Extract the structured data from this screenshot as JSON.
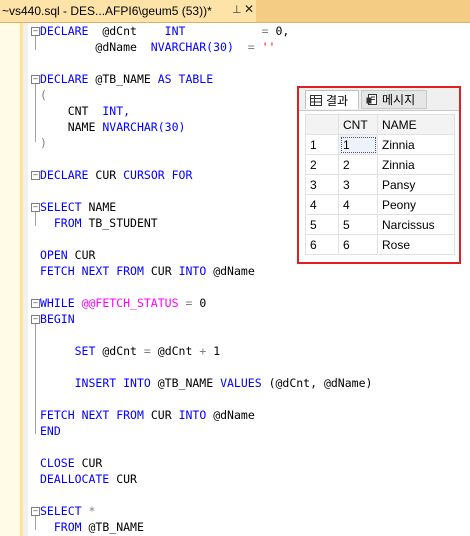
{
  "tab": {
    "title": "~vs440.sql - DES...AFPI6\\geum5 (53))*",
    "pin_glyph": "⊥",
    "close_glyph": "✕"
  },
  "code": {
    "l1_kw": "DECLARE",
    "l1_var": "@dCnt",
    "l1_type": "INT",
    "l1_op": "=",
    "l1_val": "0,",
    "l2_var": "@dName",
    "l2_type": "NVARCHAR(30)",
    "l2_op": "=",
    "l2_str": "''",
    "l4_a": "DECLARE",
    "l4_b": "@TB_NAME",
    "l4_c": "AS",
    "l4_d": "TABLE",
    "l5": "(",
    "l6_a": "CNT",
    "l6_b": "INT,",
    "l7_a": "NAME",
    "l7_b": "NVARCHAR(30)",
    "l8": ")",
    "l10_a": "DECLARE",
    "l10_b": "CUR",
    "l10_c": "CURSOR",
    "l10_d": "FOR",
    "l12_a": "SELECT",
    "l12_b": "NAME",
    "l13_a": "FROM",
    "l13_b": "TB_STUDENT",
    "l15_a": "OPEN",
    "l15_b": "CUR",
    "l16_a": "FETCH",
    "l16_b": "NEXT",
    "l16_c": "FROM",
    "l16_d": "CUR",
    "l16_e": "INTO",
    "l16_f": "@dName",
    "l18_a": "WHILE",
    "l18_b": "@@FETCH_STATUS",
    "l18_c": "=",
    "l18_d": "0",
    "l19": "BEGIN",
    "l21_a": "SET",
    "l21_b": "@dCnt",
    "l21_c": "=",
    "l21_d": "@dCnt",
    "l21_e": "+",
    "l21_f": "1",
    "l23_a": "INSERT",
    "l23_b": "INTO",
    "l23_c": "@TB_NAME",
    "l23_d": "VALUES",
    "l23_e": "(@dCnt, @dName)",
    "l25_a": "FETCH",
    "l25_b": "NEXT",
    "l25_c": "FROM",
    "l25_d": "CUR",
    "l25_e": "INTO",
    "l25_f": "@dName",
    "l26": "END",
    "l28_a": "CLOSE",
    "l28_b": "CUR",
    "l29_a": "DEALLOCATE",
    "l29_b": "CUR",
    "l31_a": "SELECT",
    "l31_b": "*",
    "l32_a": "FROM",
    "l32_b": "@TB_NAME"
  },
  "results": {
    "tab_results_label": "결과",
    "tab_messages_label": "메시지",
    "columns": [
      "CNT",
      "NAME"
    ],
    "rows": [
      {
        "n": "1",
        "cnt": "1",
        "name": "Zinnia"
      },
      {
        "n": "2",
        "cnt": "2",
        "name": "Zinnia"
      },
      {
        "n": "3",
        "cnt": "3",
        "name": "Pansy"
      },
      {
        "n": "4",
        "cnt": "4",
        "name": "Peony"
      },
      {
        "n": "5",
        "cnt": "5",
        "name": "Narcissus"
      },
      {
        "n": "6",
        "cnt": "6",
        "name": "Rose"
      }
    ]
  },
  "colors": {
    "tab_active": "#fde3a7",
    "keyword": "#0000ff",
    "function": "#ff00ff",
    "string": "#ff0000",
    "operator": "#808080",
    "highlight_border": "#e02020"
  }
}
